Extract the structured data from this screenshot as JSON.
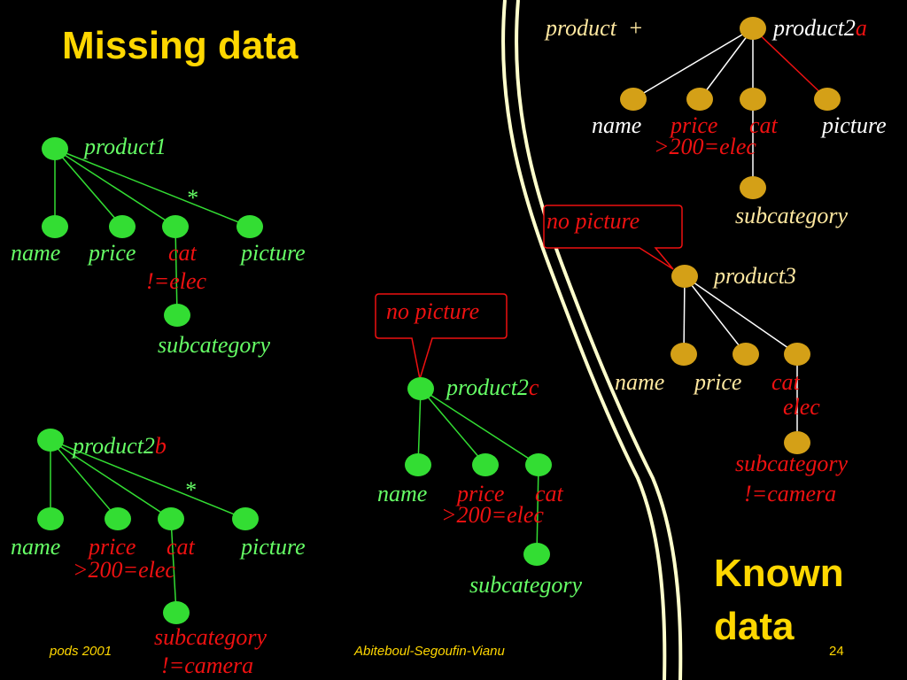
{
  "slide": {
    "title": "Missing data",
    "known_label_line1": "Known",
    "known_label_line2": "data",
    "footer_left": "pods 2001",
    "footer_center": "Abiteboul-Segoufin-Vianu",
    "page_number": "24"
  },
  "colors": {
    "background": "#000000",
    "title": "#FFD700",
    "green_node": "#33DD33",
    "green_text": "#66FF66",
    "gold_node": "#D4A017",
    "gold_text": "#FFE8A0",
    "red_text": "#EE1111",
    "river_line": "#FFFFCC"
  },
  "missing": {
    "product1": {
      "root": "product1",
      "name": "name",
      "price": "price",
      "cat": "cat",
      "cat_cond": "!=elec",
      "picture": "picture",
      "star": "*",
      "subcategory": "subcategory"
    },
    "product2b": {
      "root_base": "product2",
      "root_suffix": "b",
      "name": "name",
      "price": "price",
      "cat": "cat",
      "price_cond": ">200",
      "cat_cond": "=elec",
      "picture": "picture",
      "star": "*",
      "subcategory": "subcategory",
      "sub_cond": "!=camera"
    },
    "product2c": {
      "callout": "no picture",
      "root_base": "product2",
      "root_suffix": "c",
      "name": "name",
      "price": "price",
      "cat": "cat",
      "price_cond": ">200",
      "cat_cond": "=elec",
      "subcategory": "subcategory"
    }
  },
  "known": {
    "product2a": {
      "prefix": "product  +",
      "root_base": "product2",
      "root_suffix": "a",
      "name": "name",
      "price": "price",
      "cat": "cat",
      "price_cond": ">200",
      "cat_cond": "=elec",
      "picture": "picture",
      "subcategory": "subcategory"
    },
    "product3": {
      "callout": "no picture",
      "root": "product3",
      "name": "name",
      "price": "price",
      "cat": "cat",
      "cat_cond": "elec",
      "subcategory": "subcategory",
      "sub_cond": "!=camera"
    }
  }
}
